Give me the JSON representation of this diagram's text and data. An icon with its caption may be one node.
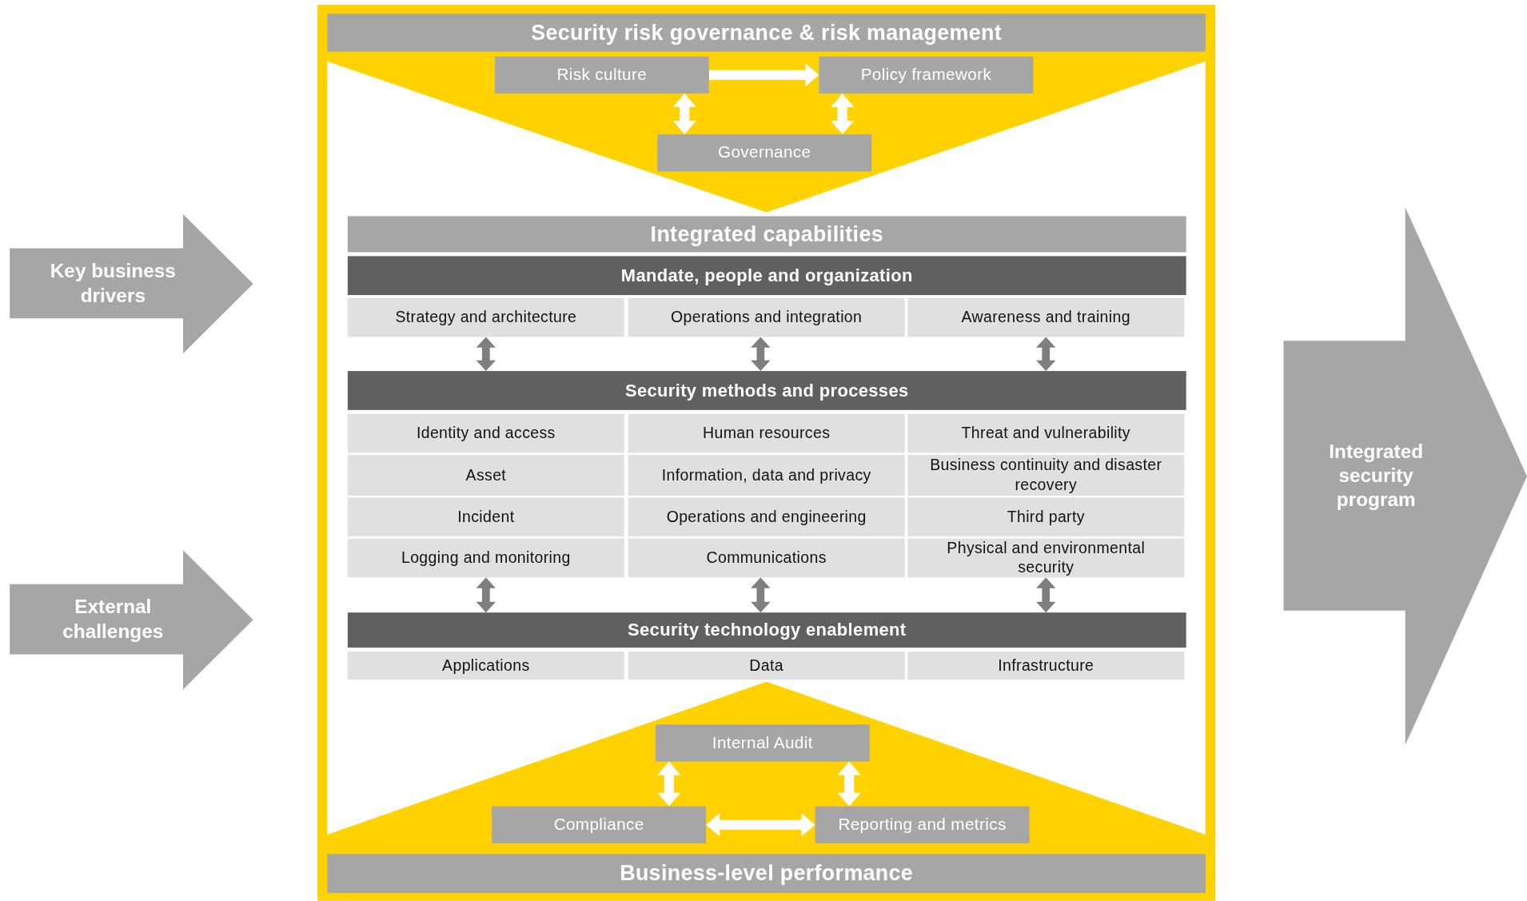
{
  "diagram": {
    "nodes": [
      {
        "text": [
          "Key business drivers"
        ]
      },
      {
        "text": [
          "External challenges"
        ]
      },
      {
        "text": [
          "Security risk governance & risk management"
        ]
      },
      {
        "text": [
          "Risk culture"
        ]
      },
      {
        "text": [
          "Policy framework"
        ]
      },
      {
        "text": [
          "Governance"
        ]
      },
      {
        "text": [
          "Integrated capabilities"
        ]
      },
      {
        "text": [
          "Mandate, people and organization"
        ]
      },
      {
        "text": [
          "Strategy and architecture"
        ]
      },
      {
        "text": [
          "Operations and integration"
        ]
      },
      {
        "text": [
          "Awareness and training"
        ]
      },
      {
        "text": [
          "Security methods and processes"
        ]
      },
      {
        "text": [
          "Identity and access"
        ]
      },
      {
        "text": [
          "Human resources"
        ]
      },
      {
        "text": [
          "Threat and vulnerability"
        ]
      },
      {
        "text": [
          "Asset"
        ]
      },
      {
        "text": [
          "Information, data and privacy"
        ]
      },
      {
        "text": [
          "Business continuity and disaster recovery"
        ]
      },
      {
        "text": [
          "Incident"
        ]
      },
      {
        "text": [
          "Operations and engineering"
        ]
      },
      {
        "text": [
          "Third party"
        ]
      },
      {
        "text": [
          "Logging and monitoring"
        ]
      },
      {
        "text": [
          "Communications"
        ]
      },
      {
        "text": [
          "Physical and environmental security"
        ]
      },
      {
        "text": [
          "Security technology enablement"
        ]
      },
      {
        "text": [
          "Applications"
        ]
      },
      {
        "text": [
          "Data"
        ]
      },
      {
        "text": [
          "Infrastructure"
        ]
      },
      {
        "text": [
          "Internal Audit"
        ]
      },
      {
        "text": [
          "Compliance"
        ]
      },
      {
        "text": [
          "Reporting and metrics"
        ]
      },
      {
        "text": [
          "Business-level performance"
        ]
      },
      {
        "text": [
          "Integrated security program"
        ]
      }
    ],
    "edges": [
      {
        "from": 3,
        "to": 4,
        "arrow": "to",
        "color": "#ffffff"
      },
      {
        "from": 3,
        "to": 5,
        "arrow": "both",
        "color": "#ffffff"
      },
      {
        "from": 4,
        "to": 5,
        "arrow": "both",
        "color": "#ffffff"
      },
      {
        "from": 8,
        "to": 11,
        "arrow": "both"
      },
      {
        "from": 9,
        "to": 11,
        "arrow": "both"
      },
      {
        "from": 10,
        "to": 11,
        "arrow": "both"
      },
      {
        "from": 21,
        "to": 24,
        "arrow": "both"
      },
      {
        "from": 22,
        "to": 24,
        "arrow": "both"
      },
      {
        "from": 23,
        "to": 24,
        "arrow": "both"
      },
      {
        "from": 28,
        "to": 29,
        "arrow": "both",
        "color": "#ffffff"
      },
      {
        "from": 28,
        "to": 30,
        "arrow": "both",
        "color": "#ffffff"
      },
      {
        "from": 29,
        "to": 30,
        "arrow": "both",
        "color": "#ffffff"
      }
    ]
  }
}
